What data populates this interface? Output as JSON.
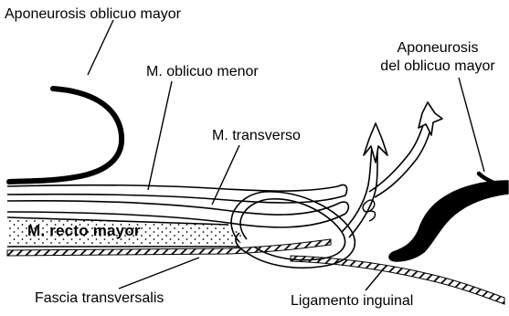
{
  "labels": {
    "aponeurosis_oblicuo_mayor_top": "Aponeurosis oblicuo mayor",
    "m_oblicuo_menor": "M. oblicuo menor",
    "m_transverso": "M. transverso",
    "aponeurosis_right_line1": "Aponeurosis",
    "aponeurosis_right_line2": "del oblicuo mayor",
    "m_recto_mayor": "M. recto mayor",
    "fascia_transversalis": "Fascia transversalis",
    "ligamento_inguinal": "Ligamento inguinal"
  },
  "colors": {
    "ink": "#000000",
    "background": "#ffffff"
  }
}
